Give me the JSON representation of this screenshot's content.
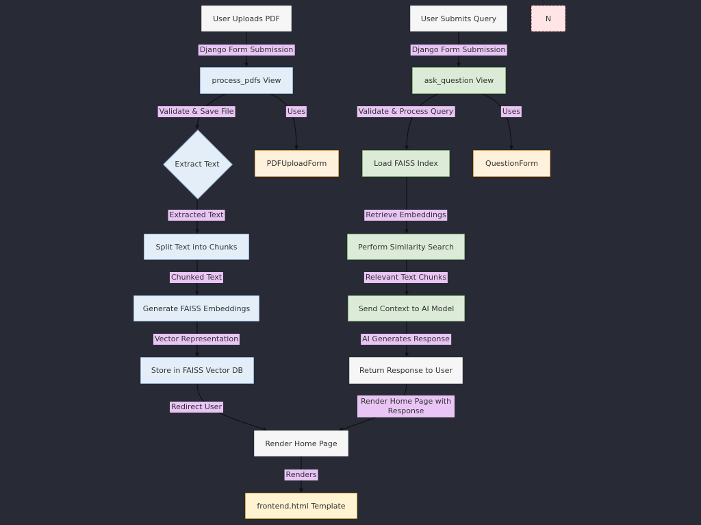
{
  "nodes": {
    "upload_pdf": "User Uploads PDF",
    "submit_query": "User Submits Query",
    "legend_n": "N",
    "process_pdfs": "process_pdfs View",
    "ask_question": "ask_question View",
    "extract_text": "Extract Text",
    "pdf_upload_form": "PDFUploadForm",
    "load_faiss": "Load FAISS Index",
    "question_form": "QuestionForm",
    "split_chunks": "Split Text into Chunks",
    "similarity_search": "Perform Similarity Search",
    "generate_embeddings": "Generate FAISS Embeddings",
    "send_context": "Send Context to AI Model",
    "store_vector": "Store in FAISS Vector DB",
    "return_response": "Return Response to User",
    "render_home": "Render Home Page",
    "template": "frontend.html Template"
  },
  "edge_labels": {
    "form_submit_left": "Django Form Submission",
    "form_submit_right": "Django Form Submission",
    "validate_save": "Validate & Save File",
    "uses_left": "Uses",
    "validate_query": "Validate & Process Query",
    "uses_right": "Uses",
    "extracted_text": "Extracted Text",
    "retrieve_embeddings": "Retrieve Embeddings",
    "chunked_text": "Chunked Text",
    "relevant_chunks": "Relevant Text Chunks",
    "vector_repr": "Vector Representation",
    "ai_generates": "AI Generates Response",
    "redirect_user": "Redirect User",
    "render_with_response": "Render Home Page with Response",
    "renders": "Renders"
  },
  "colors": {
    "background": "#282a36",
    "edge": "#1a1a1a",
    "edge_label_bg": "#e9c5f5"
  }
}
